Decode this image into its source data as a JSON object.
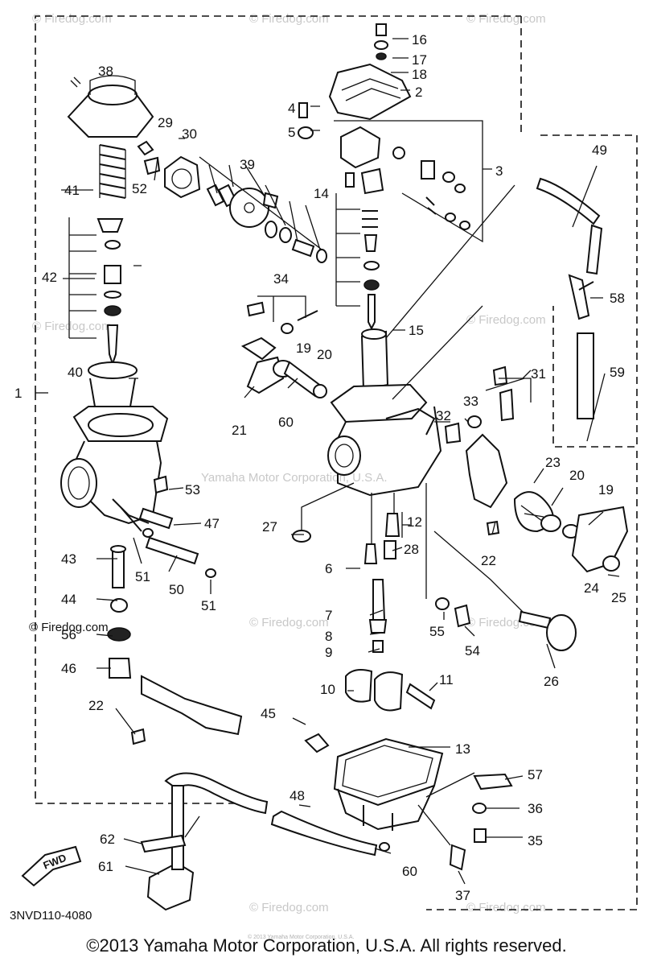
{
  "watermarks": {
    "firedog": "© Firedog.com",
    "yamaha": "Yamaha Motor Corporation, U.S.A.",
    "small_print": "© 2013 Yamaha Motor Corporation, U.S.A."
  },
  "diagram_code": "3NVD110-4080",
  "fwd_label": "FWD",
  "copyright": "©2013 Yamaha Motor Corporation, U.S.A. All rights reserved.",
  "part_labels": {
    "p1": "1",
    "p2": "2",
    "p3": "3",
    "p4": "4",
    "p5": "5",
    "p6": "6",
    "p7": "7",
    "p8": "8",
    "p9": "9",
    "p10": "10",
    "p11": "11",
    "p12": "12",
    "p13": "13",
    "p14": "14",
    "p15": "15",
    "p16": "16",
    "p17": "17",
    "p18": "18",
    "p19a": "19",
    "p19b": "19",
    "p20a": "20",
    "p20b": "20",
    "p21": "21",
    "p22a": "22",
    "p22b": "22",
    "p23": "23",
    "p24": "24",
    "p25": "25",
    "p26": "26",
    "p27": "27",
    "p28": "28",
    "p29": "29",
    "p30": "30",
    "p31": "31",
    "p32": "32",
    "p33": "33",
    "p34": "34",
    "p35": "35",
    "p36": "36",
    "p37": "37",
    "p38": "38",
    "p39": "39",
    "p40": "40",
    "p41": "41",
    "p42": "42",
    "p43": "43",
    "p44": "44",
    "p45": "45",
    "p46": "46",
    "p47": "47",
    "p48": "48",
    "p49": "49",
    "p50": "50",
    "p51a": "51",
    "p51b": "51",
    "p52": "52",
    "p53": "53",
    "p54": "54",
    "p55": "55",
    "p56": "56",
    "p57": "57",
    "p58": "58",
    "p59": "59",
    "p60a": "60",
    "p60b": "60",
    "p61": "61",
    "p62": "62"
  },
  "colors": {
    "line": "#111111",
    "watermark": "#c8c8c8",
    "background": "#ffffff"
  }
}
